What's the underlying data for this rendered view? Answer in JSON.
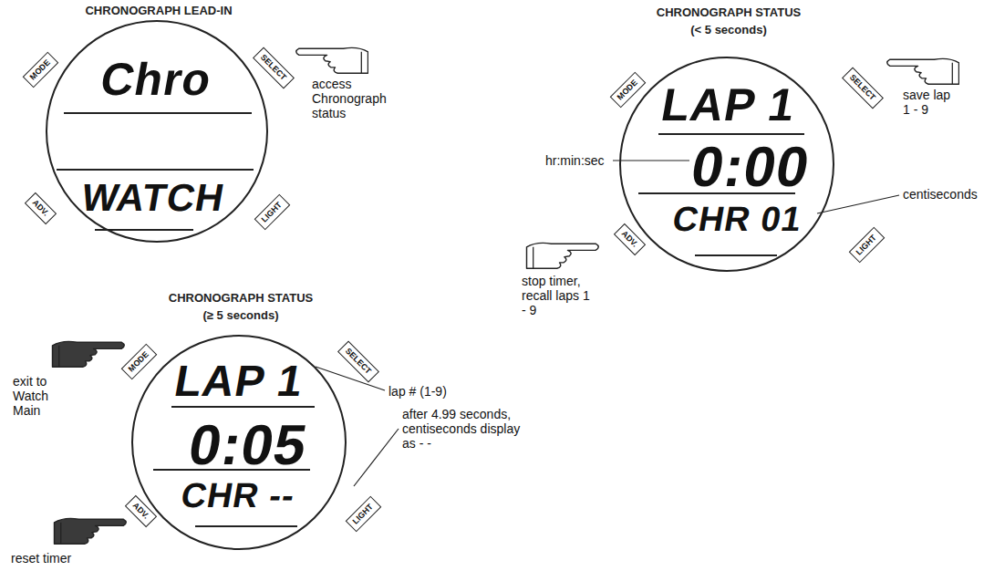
{
  "diagram": {
    "nodes": [
      {
        "text": [
          "CHRONOGRAPH LEAD-IN",
          "Chro",
          "WATCH"
        ]
      },
      {
        "text": [
          "MODE"
        ]
      },
      {
        "text": [
          "SELECT"
        ]
      },
      {
        "text": [
          "ADV."
        ]
      },
      {
        "text": [
          "LIGHT"
        ]
      },
      {
        "text": [
          "CHRONOGRAPH STATUS",
          "(< 5 seconds)",
          "LAP 1",
          "0:00",
          "CHR 01"
        ]
      },
      {
        "text": [
          "MODE"
        ]
      },
      {
        "text": [
          "SELECT"
        ]
      },
      {
        "text": [
          "ADV."
        ]
      },
      {
        "text": [
          "LIGHT"
        ]
      },
      {
        "text": [
          "CHRONOGRAPH STATUS",
          "(≥ 5 seconds)",
          "LAP 1",
          "0:05",
          "CHR --"
        ]
      },
      {
        "text": [
          "MODE"
        ]
      },
      {
        "text": [
          "SELECT"
        ]
      },
      {
        "text": [
          "ADV."
        ]
      },
      {
        "text": [
          "LIGHT"
        ]
      }
    ],
    "labels": [
      "access Chronograph status",
      "save lap 1 - 9",
      "hr:min:sec",
      "centiseconds",
      "stop timer, recall laps 1 - 9",
      "exit to Watch Main",
      "lap # (1-9)",
      "after 4.99 seconds, centiseconds display as - -",
      "reset timer"
    ]
  }
}
